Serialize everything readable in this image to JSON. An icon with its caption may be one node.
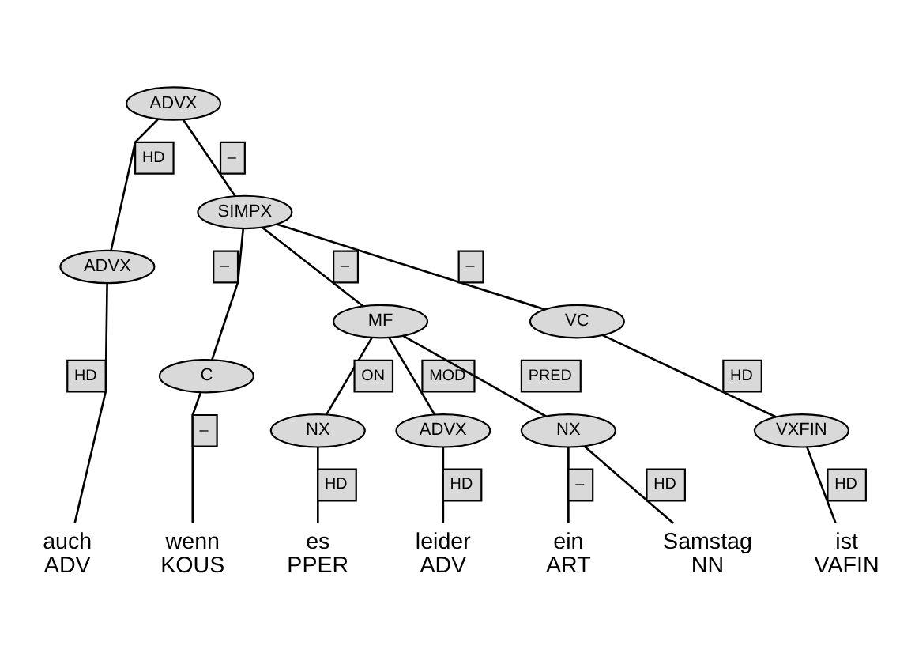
{
  "diagram": {
    "nodes": [
      {
        "text": [
          "ADVX"
        ]
      },
      {
        "text": [
          "ADVX"
        ]
      },
      {
        "text": [
          "SIMPX"
        ]
      },
      {
        "text": [
          "C"
        ]
      },
      {
        "text": [
          "MF"
        ]
      },
      {
        "text": [
          "VC"
        ]
      },
      {
        "text": [
          "NX"
        ]
      },
      {
        "text": [
          "ADVX"
        ]
      },
      {
        "text": [
          "NX"
        ]
      },
      {
        "text": [
          "VXFIN"
        ]
      },
      {
        "text": [
          "auch",
          "ADV"
        ]
      },
      {
        "text": [
          "wenn",
          "KOUS"
        ]
      },
      {
        "text": [
          "es",
          "PPER"
        ]
      },
      {
        "text": [
          "leider",
          "ADV"
        ]
      },
      {
        "text": [
          "ein",
          "ART"
        ]
      },
      {
        "text": [
          "Samstag",
          "NN"
        ]
      },
      {
        "text": [
          "ist",
          "VAFIN"
        ]
      }
    ],
    "edges": [
      {
        "from": 0,
        "to": 1,
        "arrow": "none",
        "label": "HD"
      },
      {
        "from": 0,
        "to": 2,
        "arrow": "none",
        "label": "–"
      },
      {
        "from": 1,
        "to": 10,
        "arrow": "none",
        "label": "HD"
      },
      {
        "from": 2,
        "to": 3,
        "arrow": "none",
        "label": "–"
      },
      {
        "from": 2,
        "to": 4,
        "arrow": "none",
        "label": "–"
      },
      {
        "from": 2,
        "to": 5,
        "arrow": "none",
        "label": "–"
      },
      {
        "from": 3,
        "to": 11,
        "arrow": "none",
        "label": "–"
      },
      {
        "from": 4,
        "to": 6,
        "arrow": "none",
        "label": "ON"
      },
      {
        "from": 4,
        "to": 7,
        "arrow": "none",
        "label": "MOD"
      },
      {
        "from": 4,
        "to": 8,
        "arrow": "none",
        "label": "PRED"
      },
      {
        "from": 6,
        "to": 12,
        "arrow": "none",
        "label": "HD"
      },
      {
        "from": 7,
        "to": 13,
        "arrow": "none",
        "label": "HD"
      },
      {
        "from": 8,
        "to": 14,
        "arrow": "none",
        "label": "–"
      },
      {
        "from": 8,
        "to": 15,
        "arrow": "none",
        "label": "HD"
      },
      {
        "from": 5,
        "to": 9,
        "arrow": "none",
        "label": "HD"
      },
      {
        "from": 9,
        "to": 16,
        "arrow": "none",
        "label": "HD"
      }
    ]
  }
}
